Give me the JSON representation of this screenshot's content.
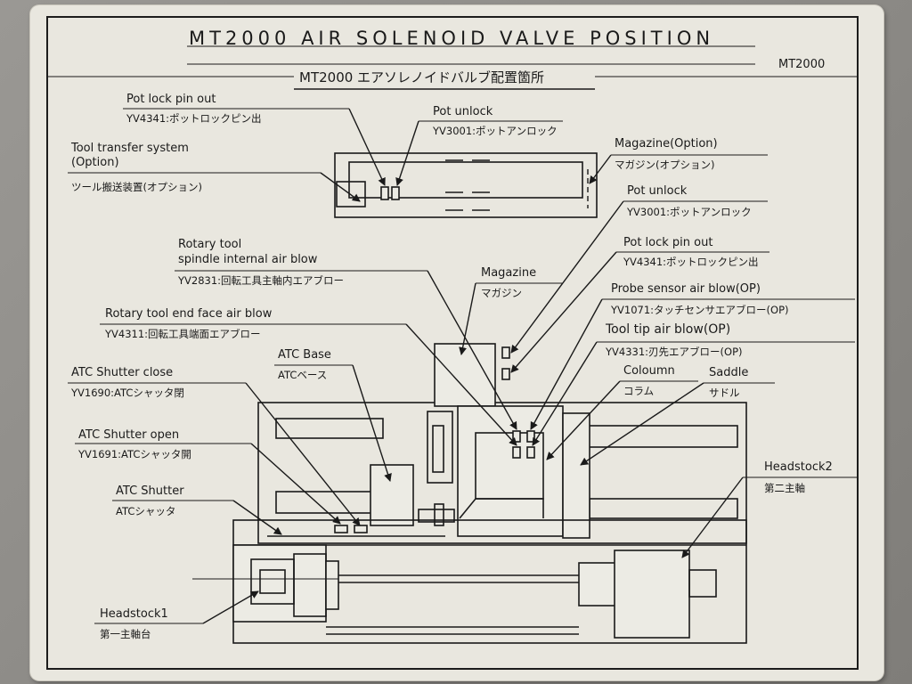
{
  "title": {
    "main": "MT2000 AIR SOLENOID VALVE POSITION",
    "japanese": "MT2000 エアソレノイドバルブ配置箇所",
    "corner": "MT2000"
  },
  "labels": {
    "pot_lock_top": {
      "en": "Pot lock pin out",
      "jp": "YV4341:ポットロックピン出"
    },
    "pot_unlock_top": {
      "en": "Pot unlock",
      "jp": "YV3001:ポットアンロック"
    },
    "tool_transfer": {
      "en1": "Tool transfer system",
      "en2": "(Option)",
      "jp": "ツール搬送装置(オプション)"
    },
    "magazine_option": {
      "en": "Magazine(Option)",
      "jp": "マガジン(オプション)"
    },
    "pot_unlock_right": {
      "en": "Pot unlock",
      "jp": "YV3001:ポットアンロック"
    },
    "rotary_internal": {
      "en1": "Rotary tool",
      "en2": "spindle internal air blow",
      "jp": "YV2831:回転工具主軸内エアブロー"
    },
    "pot_lock_right": {
      "en": "Pot lock pin out",
      "jp": "YV4341:ポットロックピン出"
    },
    "magazine": {
      "en": "Magazine",
      "jp": "マガジン"
    },
    "probe_sensor": {
      "en": "Probe sensor air blow(OP)",
      "jp": "YV1071:タッチセンサエアブロー(OP)"
    },
    "rotary_end_face": {
      "en": "Rotary tool end face air blow",
      "jp": "YV4311:回転工具端面エアブロー"
    },
    "tool_tip": {
      "en": "Tool tip air blow(OP)",
      "jp": "YV4331:刃先エアブロー(OP)"
    },
    "atc_base": {
      "en": "ATC Base",
      "jp": "ATCベース"
    },
    "atc_shutter_close": {
      "en": "ATC Shutter close",
      "jp": "YV1690:ATCシャッタ閉"
    },
    "coloumn": {
      "en": "Coloumn",
      "jp": "コラム"
    },
    "saddle": {
      "en": "Saddle",
      "jp": "サドル"
    },
    "atc_shutter_open": {
      "en": "ATC Shutter open",
      "jp": "YV1691:ATCシャッタ開"
    },
    "headstock2": {
      "en": "Headstock2",
      "jp": "第二主軸"
    },
    "atc_shutter": {
      "en": "ATC Shutter",
      "jp": "ATCシャッタ"
    },
    "headstock1": {
      "en": "Headstock1",
      "jp": "第一主軸台"
    }
  }
}
